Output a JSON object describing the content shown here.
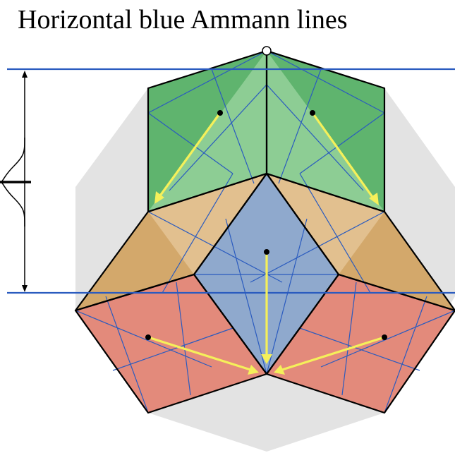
{
  "title": "Horizontal blue Ammann lines",
  "colors": {
    "background_shape": "#e3e3e3",
    "green_dark": "#5fb46e",
    "green_light": "#8fcf96",
    "orange_dark": "#d3a86b",
    "orange_light": "#e2c08f",
    "blue_rhombus": "#8fa9cd",
    "red_tile": "#e38a7b",
    "ammann_line": "#2a5bbf",
    "arrow": "#f5f05a",
    "outline": "#000000"
  },
  "tiles": [
    {
      "name": "green-tile-left",
      "color": "green"
    },
    {
      "name": "green-tile-right",
      "color": "green"
    },
    {
      "name": "orange-tile-left",
      "color": "orange"
    },
    {
      "name": "orange-tile-right",
      "color": "orange"
    },
    {
      "name": "blue-rhombus",
      "color": "blue"
    },
    {
      "name": "red-tile-left",
      "color": "red"
    },
    {
      "name": "red-tile-right",
      "color": "red"
    }
  ]
}
